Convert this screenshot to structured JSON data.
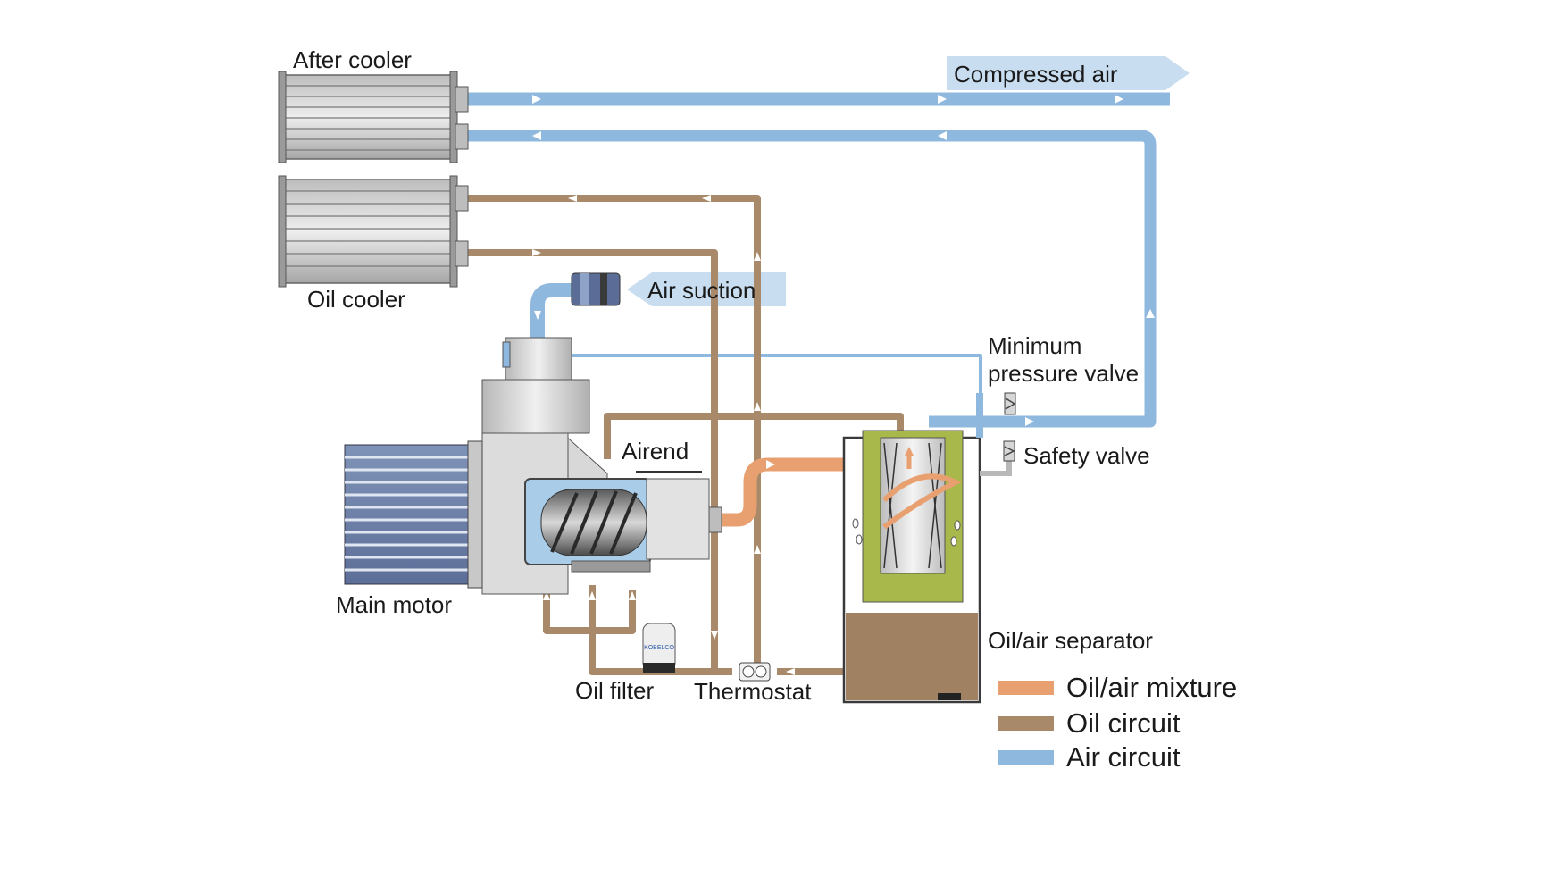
{
  "labels": {
    "after_cooler": "After cooler",
    "oil_cooler": "Oil cooler",
    "compressed_air": "Compressed air",
    "air_suction": "Air suction",
    "minimum_pressure_valve_line1": "Minimum",
    "minimum_pressure_valve_line2": "pressure valve",
    "airend": "Airend",
    "safety_valve": "Safety valve",
    "main_motor": "Main motor",
    "oil_air_separator": "Oil/air separator",
    "oil_filter": "Oil filter",
    "thermostat": "Thermostat",
    "filter_brand": "KOBELCO"
  },
  "legend": [
    {
      "label": "Oil/air mixture",
      "color": "#e8a070"
    },
    {
      "label": "Oil circuit",
      "color": "#a88a6a"
    },
    {
      "label": "Air circuit",
      "color": "#8fb8de"
    }
  ],
  "colors": {
    "air": "#8fb8de",
    "oil": "#a88a6a",
    "mixture": "#e8a070",
    "separator_element": "#a8b84a",
    "oil_sump": "#a08262"
  },
  "icons": [
    "after-cooler-icon",
    "oil-cooler-icon",
    "air-filter-icon",
    "compressor-airend-icon",
    "main-motor-icon",
    "separator-tank-icon",
    "oil-filter-icon",
    "thermostat-icon",
    "safety-valve-icon",
    "minimum-pressure-valve-icon"
  ]
}
